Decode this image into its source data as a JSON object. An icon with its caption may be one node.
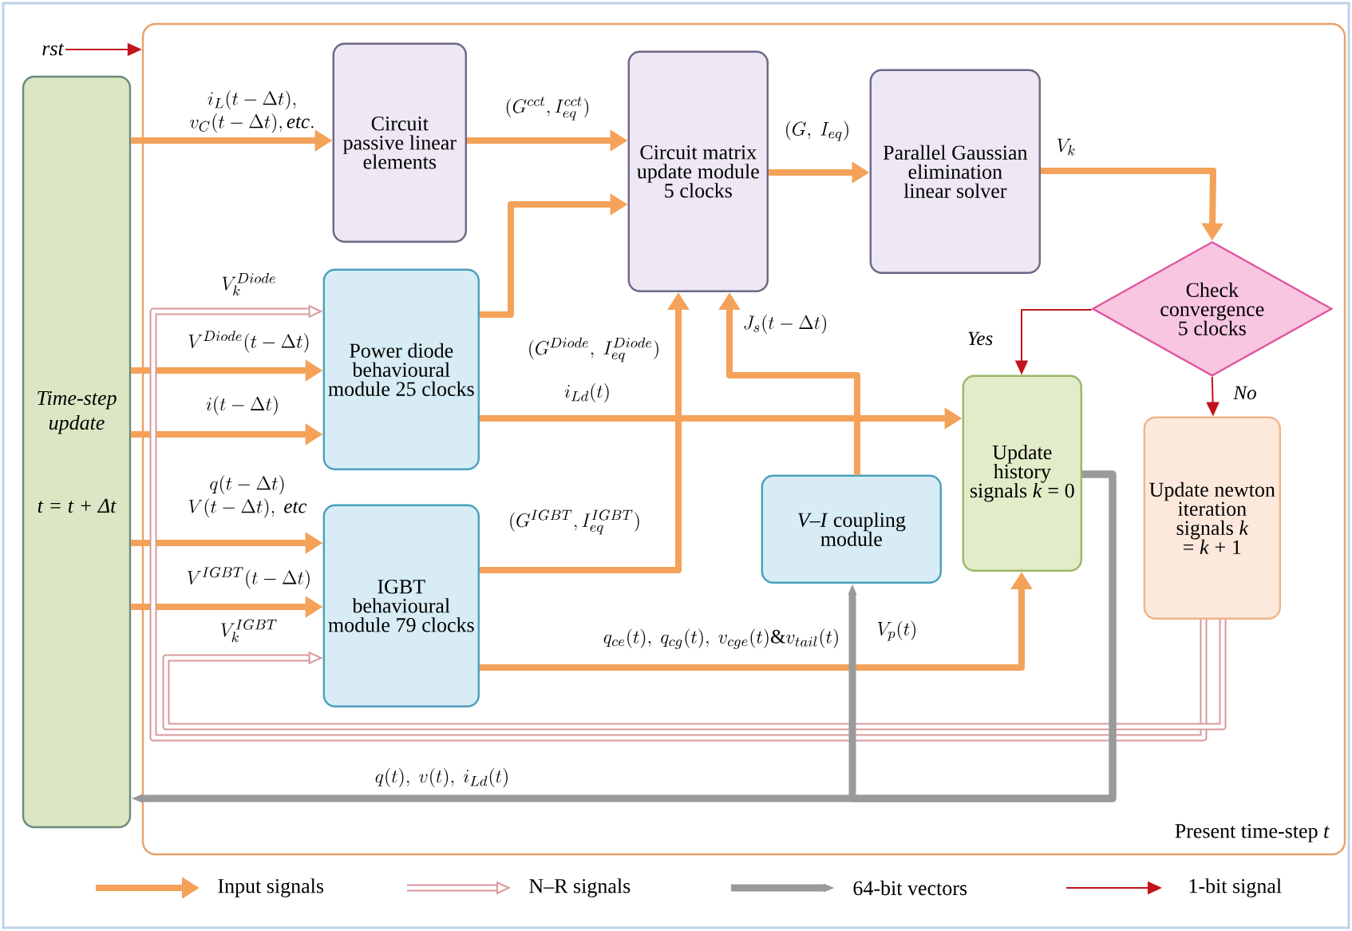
{
  "diagram": {
    "nodes": [
      {
        "text": [
          "rst"
        ]
      },
      {
        "text": [
          "Time-step update",
          "*t* = *t* + *Δt*"
        ]
      },
      {
        "text": [
          "Present time-step *t*"
        ]
      },
      {
        "text": [
          "Circuit passive linear elements"
        ],
        "in": 2
      },
      {
        "text": [
          "Circuit matrix update module 5 clocks"
        ],
        "in": 2
      },
      {
        "text": [
          "Parallel Gaussian elimination linear solver"
        ],
        "in": 2
      },
      {
        "text": [
          "Check convergence 5 clocks"
        ],
        "in": 2
      },
      {
        "text": [
          "Power diode behavioural module 25 clocks"
        ],
        "in": 2
      },
      {
        "text": [
          "IGBT behavioural module 79 clocks"
        ],
        "in": 2
      },
      {
        "text": [
          "*V–I* coupling module"
        ],
        "in": 2
      },
      {
        "text": [
          "Update history signals *k* = 0"
        ],
        "in": 2
      },
      {
        "text": [
          "Update newton iteration signals *k* = *k* + 1"
        ],
        "in": 2
      }
    ],
    "edges": [
      {
        "from": 0,
        "to": 2,
        "arrow": "to",
        "color": "#c0141c"
      },
      {
        "from": 1,
        "to": 3,
        "arrow": "to",
        "label": "\\begin{array}{c}i_L(t-\\Delta t),\\\\ v_C(t-\\Delta t),\\mathit{etc.}\\end{array}"
      },
      {
        "from": 3,
        "to": 4,
        "arrow": "to",
        "label": "(G^{cct},I_{eq}^{cct})"
      },
      {
        "from": 7,
        "to": 4,
        "arrow": "to",
        "label": "(G^{Diode},\\ I_{eq}^{Diode})"
      },
      {
        "from": 8,
        "to": 4,
        "arrow": "to",
        "label": "(G^{IGBT},I_{eq}^{IGBT})"
      },
      {
        "from": 4,
        "to": 5,
        "arrow": "to",
        "label": "(G,\\ I_{eq})"
      },
      {
        "from": 5,
        "to": 6,
        "arrow": "to",
        "label": "V_k"
      },
      {
        "from": 6,
        "to": 10,
        "arrow": "to",
        "label": "Yes",
        "color": "#c0141c"
      },
      {
        "from": 6,
        "to": 11,
        "arrow": "to",
        "label": "No",
        "color": "#c0141c"
      },
      {
        "from": 9,
        "to": 4,
        "arrow": "to",
        "label": "J_s(t-\\Delta t)"
      },
      {
        "from": 7,
        "to": 10,
        "arrow": "to",
        "label": "i_{Ld}(t)"
      },
      {
        "from": 8,
        "to": 10,
        "arrow": "to",
        "label": "q_{ce}(t),\\ q_{cg}(t),\\ v_{cge}(t)\\&v_{tail}(t)"
      },
      {
        "from": 1,
        "to": 7,
        "arrow": "to",
        "label": "V^{Diode}(t-\\Delta t)"
      },
      {
        "from": 1,
        "to": 7,
        "arrow": "to",
        "label": "i(t-\\Delta t)"
      },
      {
        "from": 1,
        "to": 8,
        "arrow": "to",
        "label": "\\begin{array}{c}q(t-\\Delta t)\\\\ V(t-\\Delta t),\\ \\mathit{etc}\\end{array}"
      },
      {
        "from": 1,
        "to": 8,
        "arrow": "to",
        "label": "V^{IGBT}(t-\\Delta t)"
      },
      {
        "from": 11,
        "to": 7,
        "arrow": "to",
        "label": "V_k^{Diode}",
        "color": "#d9999b"
      },
      {
        "from": 11,
        "to": 8,
        "arrow": "to",
        "label": "V_k^{IGBT}",
        "color": "#d9999b"
      },
      {
        "from": 10,
        "to": 1,
        "arrow": "to",
        "label": "q(t),\\ v(t),\\ i_{Ld}(t)",
        "color": "#9a9a9a"
      },
      {
        "from": 10,
        "to": 9,
        "arrow": "to",
        "label": "V_p(t)",
        "color": "#9a9a9a"
      }
    ],
    "legend": [
      {
        "text": "Input signals"
      },
      {
        "text": "N–R signals"
      },
      {
        "text": "64-bit vectors"
      },
      {
        "text": "1-bit signal"
      }
    ]
  }
}
